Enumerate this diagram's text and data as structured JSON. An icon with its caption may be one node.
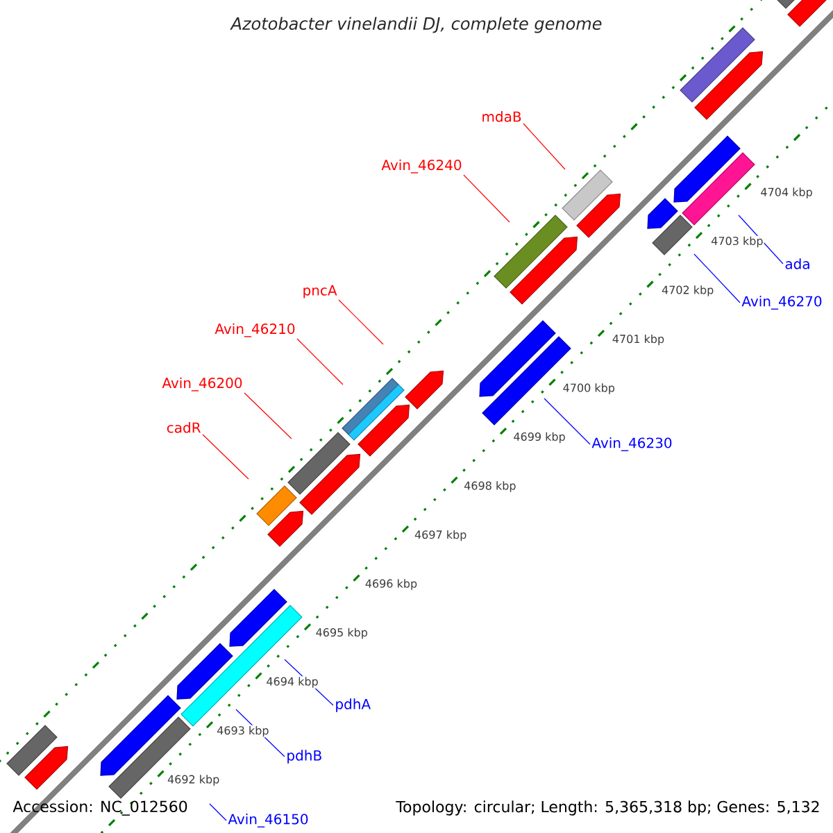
{
  "diagram": {
    "title": "Azotobacter vinelandii DJ, complete genome",
    "nodes": [
      {
        "text": [
          "mdaB"
        ]
      },
      {
        "text": [
          "Avin_46240"
        ]
      },
      {
        "text": [
          "ada"
        ]
      },
      {
        "text": [
          "pncA"
        ]
      },
      {
        "text": [
          "Avin_46270"
        ]
      },
      {
        "text": [
          "Avin_46210"
        ]
      },
      {
        "text": [
          "Avin_46200"
        ]
      },
      {
        "text": [
          "cadR"
        ]
      },
      {
        "text": [
          "Avin_46230"
        ]
      },
      {
        "text": [
          "pdhA"
        ]
      },
      {
        "text": [
          "pdhB"
        ]
      },
      {
        "text": [
          "Avin_46150"
        ]
      }
    ],
    "edges": [
      {
        "from": 0,
        "to": null,
        "arrow": "none",
        "color": "#ff0000"
      },
      {
        "from": 1,
        "to": null,
        "arrow": "none",
        "color": "#ff0000"
      },
      {
        "from": 2,
        "to": null,
        "arrow": "none",
        "color": "#0000ff"
      },
      {
        "from": 3,
        "to": null,
        "arrow": "none",
        "color": "#ff0000"
      },
      {
        "from": 4,
        "to": null,
        "arrow": "none",
        "color": "#0000ff"
      },
      {
        "from": 5,
        "to": null,
        "arrow": "none",
        "color": "#ff0000"
      },
      {
        "from": 6,
        "to": null,
        "arrow": "none",
        "color": "#ff0000"
      },
      {
        "from": 7,
        "to": null,
        "arrow": "none",
        "color": "#ff0000"
      },
      {
        "from": 8,
        "to": null,
        "arrow": "none",
        "color": "#0000ff"
      },
      {
        "from": 9,
        "to": null,
        "arrow": "none",
        "color": "#0000ff"
      },
      {
        "from": 10,
        "to": null,
        "arrow": "none",
        "color": "#0000ff"
      },
      {
        "from": 11,
        "to": null,
        "arrow": "none",
        "color": "#0000ff"
      }
    ],
    "labels": [
      "4704 kbp",
      "4703 kbp",
      "4702 kbp",
      "4701 kbp",
      "4700 kbp",
      "4699 kbp",
      "4698 kbp",
      "4697 kbp",
      "4696 kbp",
      "4695 kbp",
      "4694 kbp",
      "4693 kbp",
      "4692 kbp",
      "Accession: NC_012560",
      "Topology: circular; Length: 5,365,318 bp; Genes: 5,132"
    ]
  }
}
